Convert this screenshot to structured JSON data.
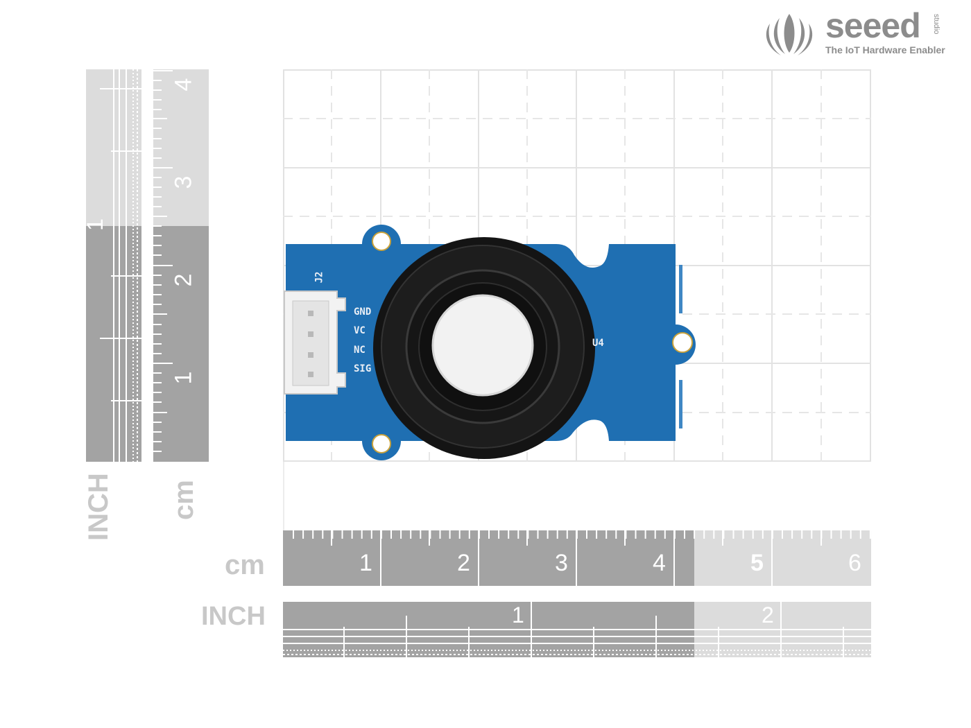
{
  "logo": {
    "brand": "seeed",
    "studio": "studio",
    "tagline": "The IoT Hardware Enabler",
    "icon": "seeed-leaf-icon"
  },
  "vertical_rulers": {
    "inch": {
      "label": "INCH",
      "numbers": [
        "1"
      ]
    },
    "cm": {
      "label": "cm",
      "numbers": [
        "1",
        "2",
        "3",
        "4"
      ]
    }
  },
  "horizontal_rulers": {
    "cm": {
      "label": "cm",
      "numbers": [
        "1",
        "2",
        "3",
        "4",
        "5",
        "6"
      ]
    },
    "inch": {
      "label": "INCH",
      "numbers": [
        "1",
        "2"
      ]
    }
  },
  "board": {
    "connector_ref": "J2",
    "component_ref": "U4",
    "pins": [
      "GND",
      "VC",
      "NC",
      "SIG"
    ],
    "pcb_color": "#1f6fb2",
    "sensor_color": "#141414",
    "filter_color": "#f2f2f2"
  },
  "colors": {
    "ruler_dark": "#a3a3a3",
    "ruler_light": "#dcdcdc",
    "grid": "#e2e2e2",
    "label": "#c8c8c8"
  }
}
